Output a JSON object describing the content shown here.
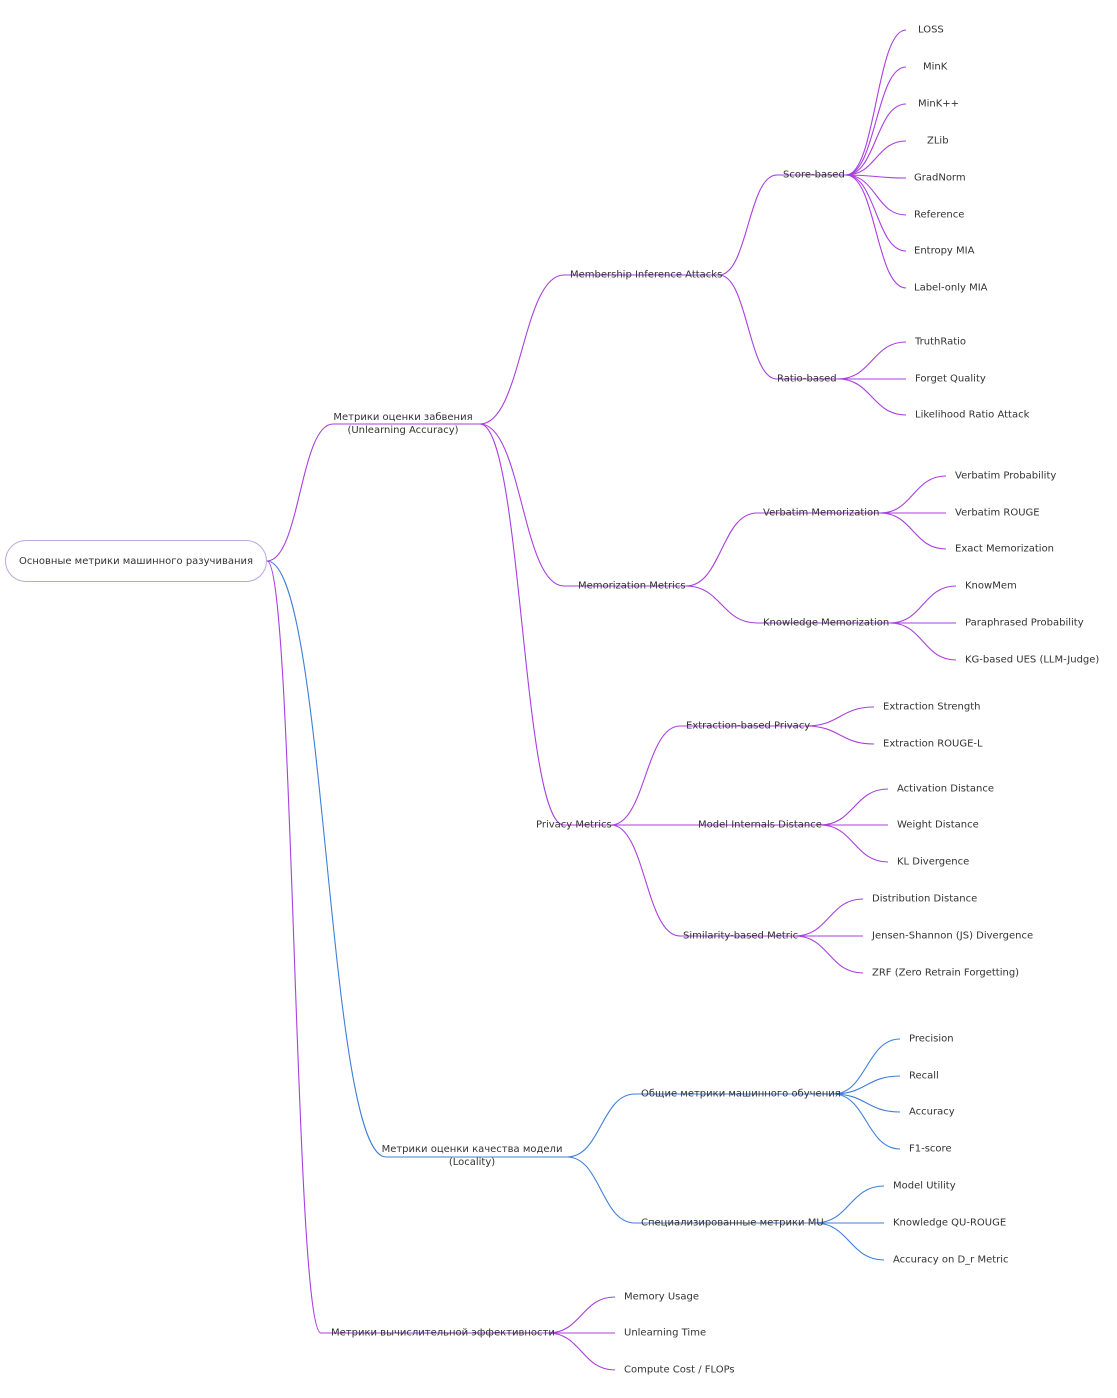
{
  "colors": {
    "purple": "#a93fe0",
    "blue": "#3f7fd8",
    "root_border": "#b9a9dd"
  },
  "root": {
    "label": "Основные метрики машинного разучивания"
  },
  "forgetting": {
    "label_line1": "Метрики оценки забвения",
    "label_line2": "(Unlearning Accuracy)",
    "mia": {
      "label": "Membership Inference Attacks",
      "score_based": {
        "label": "Score-based",
        "items": [
          "LOSS",
          "MinK",
          "MinK++",
          "ZLib",
          "GradNorm",
          "Reference",
          "Entropy MIA",
          "Label-only MIA"
        ]
      },
      "ratio_based": {
        "label": "Ratio-based",
        "items": [
          "TruthRatio",
          "Forget Quality",
          "Likelihood Ratio Attack"
        ]
      }
    },
    "memorization": {
      "label": "Memorization Metrics",
      "verbatim": {
        "label": "Verbatim Memorization",
        "items": [
          "Verbatim Probability",
          "Verbatim ROUGE",
          "Exact Memorization"
        ]
      },
      "knowledge": {
        "label": "Knowledge Memorization",
        "items": [
          "KnowMem",
          "Paraphrased Probability",
          "KG-based UES (LLM-Judge)"
        ]
      }
    },
    "privacy": {
      "label": "Privacy Metrics",
      "extraction": {
        "label": "Extraction-based Privacy",
        "items": [
          "Extraction Strength",
          "Extraction ROUGE-L"
        ]
      },
      "internals": {
        "label": "Model Internals Distance",
        "items": [
          "Activation Distance",
          "Weight Distance",
          "KL Divergence"
        ]
      },
      "similarity": {
        "label": "Similarity-based Metric",
        "items": [
          "Distribution Distance",
          "Jensen-Shannon (JS) Divergence",
          "ZRF (Zero Retrain Forgetting)"
        ]
      }
    }
  },
  "quality": {
    "label_line1": "Метрики оценки качества модели",
    "label_line2": "(Locality)",
    "general": {
      "label": "Общие метрики машинного обучения",
      "items": [
        "Precision",
        "Recall",
        "Accuracy",
        "F1-score"
      ]
    },
    "special": {
      "label": "Специализированные метрики MU",
      "items": [
        "Model Utility",
        "Knowledge QU-ROUGE",
        "Accuracy on D_r Metric"
      ]
    }
  },
  "efficiency": {
    "label": "Метрики вычислительной эффективности",
    "items": [
      "Memory Usage",
      "Unlearning Time",
      "Compute Cost / FLOPs"
    ]
  }
}
